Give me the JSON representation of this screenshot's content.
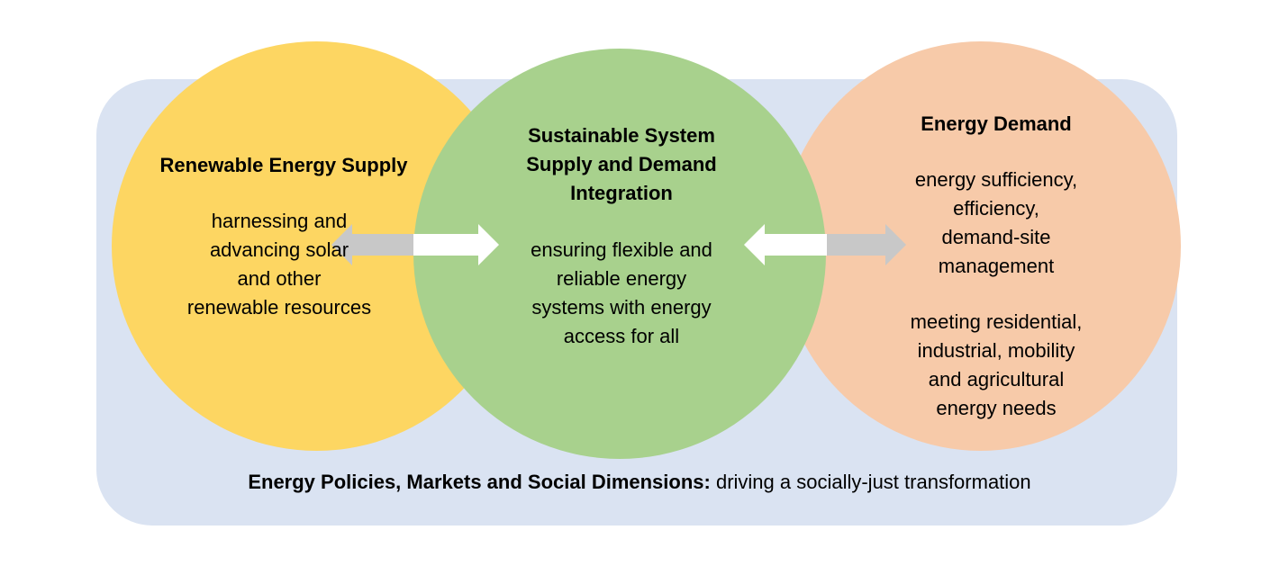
{
  "colors": {
    "background": "#ffffff",
    "panel": "#dae3f2",
    "supply_circle": "#fdd662",
    "system_circle": "#a8d18d",
    "demand_circle": "#f7caa9",
    "arrow_gray": "#c8c8c8",
    "arrow_white": "#ffffff"
  },
  "supply": {
    "title": "Renewable Energy Supply",
    "lines": [
      "harnessing and",
      "advancing solar",
      "and other",
      "renewable resources"
    ]
  },
  "system": {
    "title_lines": [
      "Sustainable System",
      "Supply and Demand",
      "Integration"
    ],
    "lines": [
      "ensuring flexible and",
      "reliable energy",
      "systems with energy",
      "access for all"
    ]
  },
  "demand": {
    "title": "Energy Demand",
    "lines_1": [
      "energy sufficiency,",
      "efficiency,",
      "demand-site",
      "management"
    ],
    "lines_2": [
      "meeting residential,",
      "industrial, mobility",
      "and agricultural",
      "energy needs"
    ]
  },
  "footer": {
    "bold": "Energy Policies, Markets and Social Dimensions:",
    "normal": " driving a socially-just transformation"
  },
  "arrows": [
    {
      "name": "left-gray-arrow",
      "direction": "left",
      "color": "gray"
    },
    {
      "name": "left-white-arrow",
      "direction": "right",
      "color": "white"
    },
    {
      "name": "right-white-arrow",
      "direction": "left",
      "color": "white"
    },
    {
      "name": "right-gray-arrow",
      "direction": "right",
      "color": "gray"
    }
  ]
}
